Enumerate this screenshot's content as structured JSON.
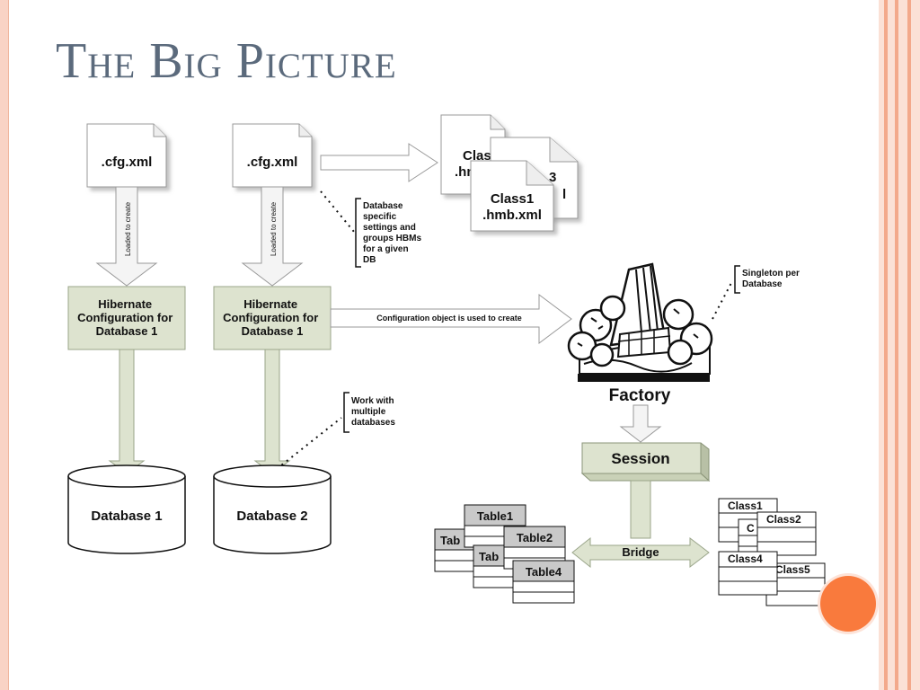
{
  "slide": {
    "title": "The Big Picture"
  },
  "config_files": [
    ".cfg.xml",
    ".cfg.xml"
  ],
  "loaded_labels": [
    "Loaded to create",
    "Loaded to create"
  ],
  "hbm_files": {
    "back_title": "Clas",
    "back_sub": ".hn",
    "middle_title": "3",
    "middle_sub": "l",
    "front_line1": "Class1",
    "front_line2": ".hmb.xml"
  },
  "hbm_note": [
    "Database",
    "specific",
    "settings and",
    "groups HBMs",
    "for a given",
    "DB"
  ],
  "configurations": [
    {
      "lines": [
        "Hibernate",
        "Configuration for",
        "Database 1"
      ]
    },
    {
      "lines": [
        "Hibernate",
        "Configuration for",
        "Database 1"
      ]
    }
  ],
  "create_arrow_label": "Configuration object is used to create",
  "factory": {
    "label": "Factory",
    "note": [
      "Singleton per",
      "Database"
    ],
    "icon": "factory-icon"
  },
  "databases": [
    "Database 1",
    "Database 2"
  ],
  "multi_db_note": [
    "Work with",
    "multiple",
    "databases"
  ],
  "session": {
    "label": "Session"
  },
  "bridge": {
    "label": "Bridge"
  },
  "tables": {
    "table1": "Table1",
    "table2": "Table2",
    "table3": "Tab",
    "table4": "Table4",
    "table5": "Tab"
  },
  "classes": {
    "class1": "Class1",
    "class2": "Class2",
    "class3": "C",
    "class4": "Class4",
    "class5": "Class5"
  },
  "colors": {
    "config_fill": "#dde3cf",
    "arrow_fill": "#dde3cf",
    "title": "#5b6a7c",
    "accent": "#f97a3d"
  }
}
